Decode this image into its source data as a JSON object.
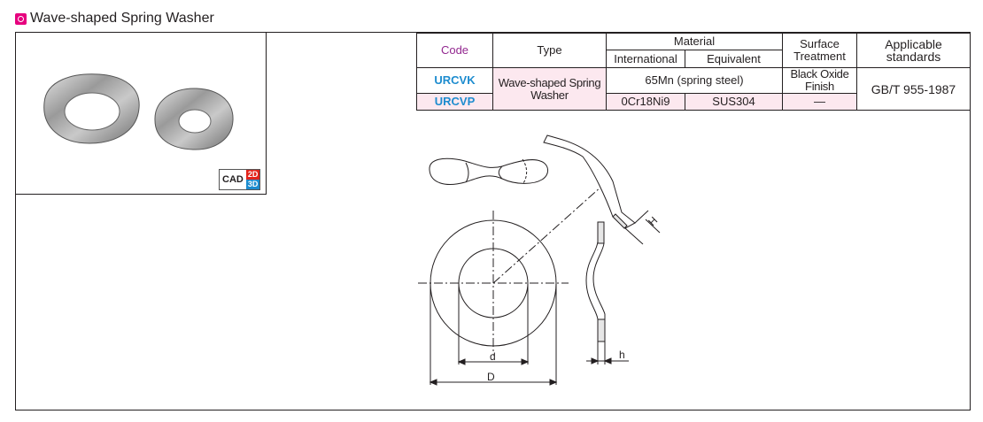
{
  "header": {
    "title": "Wave-shaped Spring Washer"
  },
  "cad": {
    "label": "CAD",
    "dim2d": "2D",
    "dim3d": "3D"
  },
  "table": {
    "headers": {
      "code": "Code",
      "type": "Type",
      "material": "Material",
      "international": "International",
      "equivalent": "Equivalent",
      "surface": "Surface",
      "treatment": "Treatment",
      "standards": "Applicable standards"
    },
    "rows": [
      {
        "code": "URCVK",
        "material_international": "65Mn (spring steel)",
        "surface": "Black Oxide Finish"
      },
      {
        "code": "URCVP",
        "material_international": "0Cr18Ni9",
        "material_equivalent": "SUS304",
        "surface": "—"
      }
    ],
    "type_value": "Wave-shaped Spring Washer",
    "standard_value": "GB/T 955-1987"
  },
  "drawing": {
    "label_d": "d",
    "label_D": "D",
    "label_h": "h",
    "label_H": "H"
  },
  "colors": {
    "code_header": "#92278f",
    "code_text": "#1d8ccf",
    "pink_row": "#fce8ef",
    "title_icon": "#e6007e"
  }
}
